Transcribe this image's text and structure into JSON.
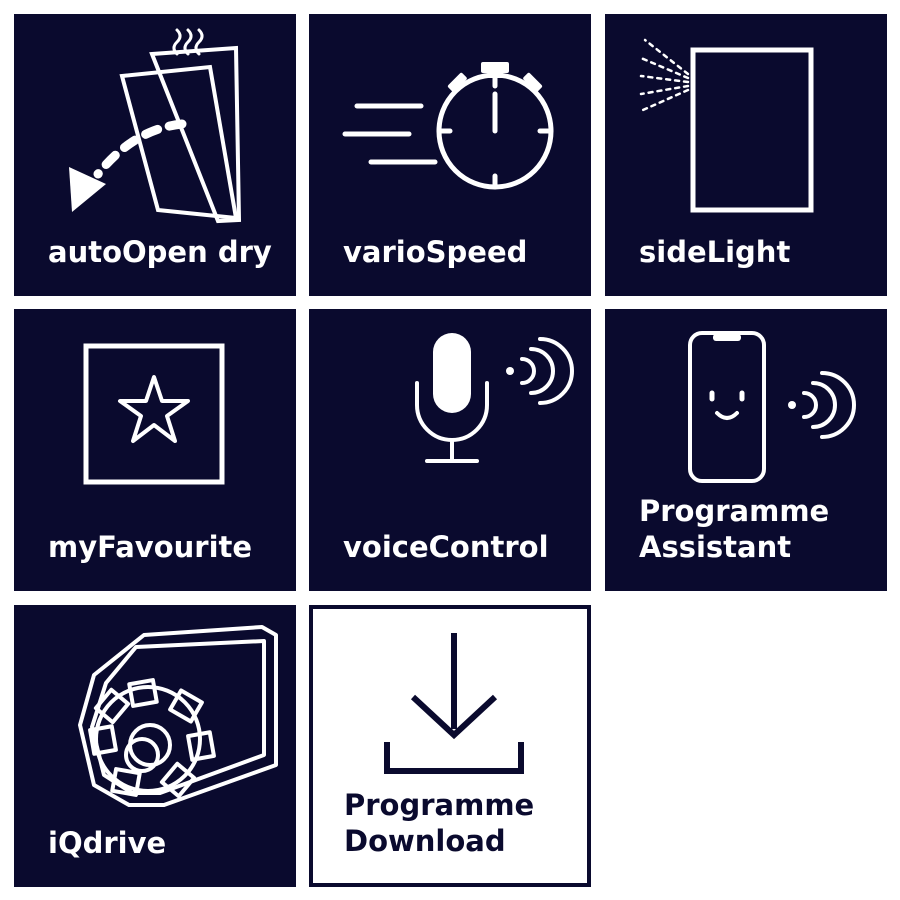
{
  "colors": {
    "tile_bg": "#0a0a2e",
    "tile_fg": "#ffffff",
    "page_bg": "#ffffff"
  },
  "tiles": [
    {
      "icon": "door-open-steam-icon",
      "lines": [
        "autoOpen dry"
      ]
    },
    {
      "icon": "stopwatch-speed-icon",
      "lines": [
        "varioSpeed"
      ]
    },
    {
      "icon": "side-light-icon",
      "lines": [
        "sideLight"
      ]
    },
    {
      "icon": "star-square-icon",
      "lines": [
        "myFavourite"
      ]
    },
    {
      "icon": "microphone-icon",
      "lines": [
        "voiceControl"
      ]
    },
    {
      "icon": "smartphone-smile-icon",
      "lines": [
        "Programme",
        "Assistant"
      ]
    },
    {
      "icon": "motor-icon",
      "lines": [
        "iQdrive"
      ]
    },
    {
      "icon": "download-icon",
      "lines": [
        "Programme",
        "Download"
      ]
    }
  ]
}
